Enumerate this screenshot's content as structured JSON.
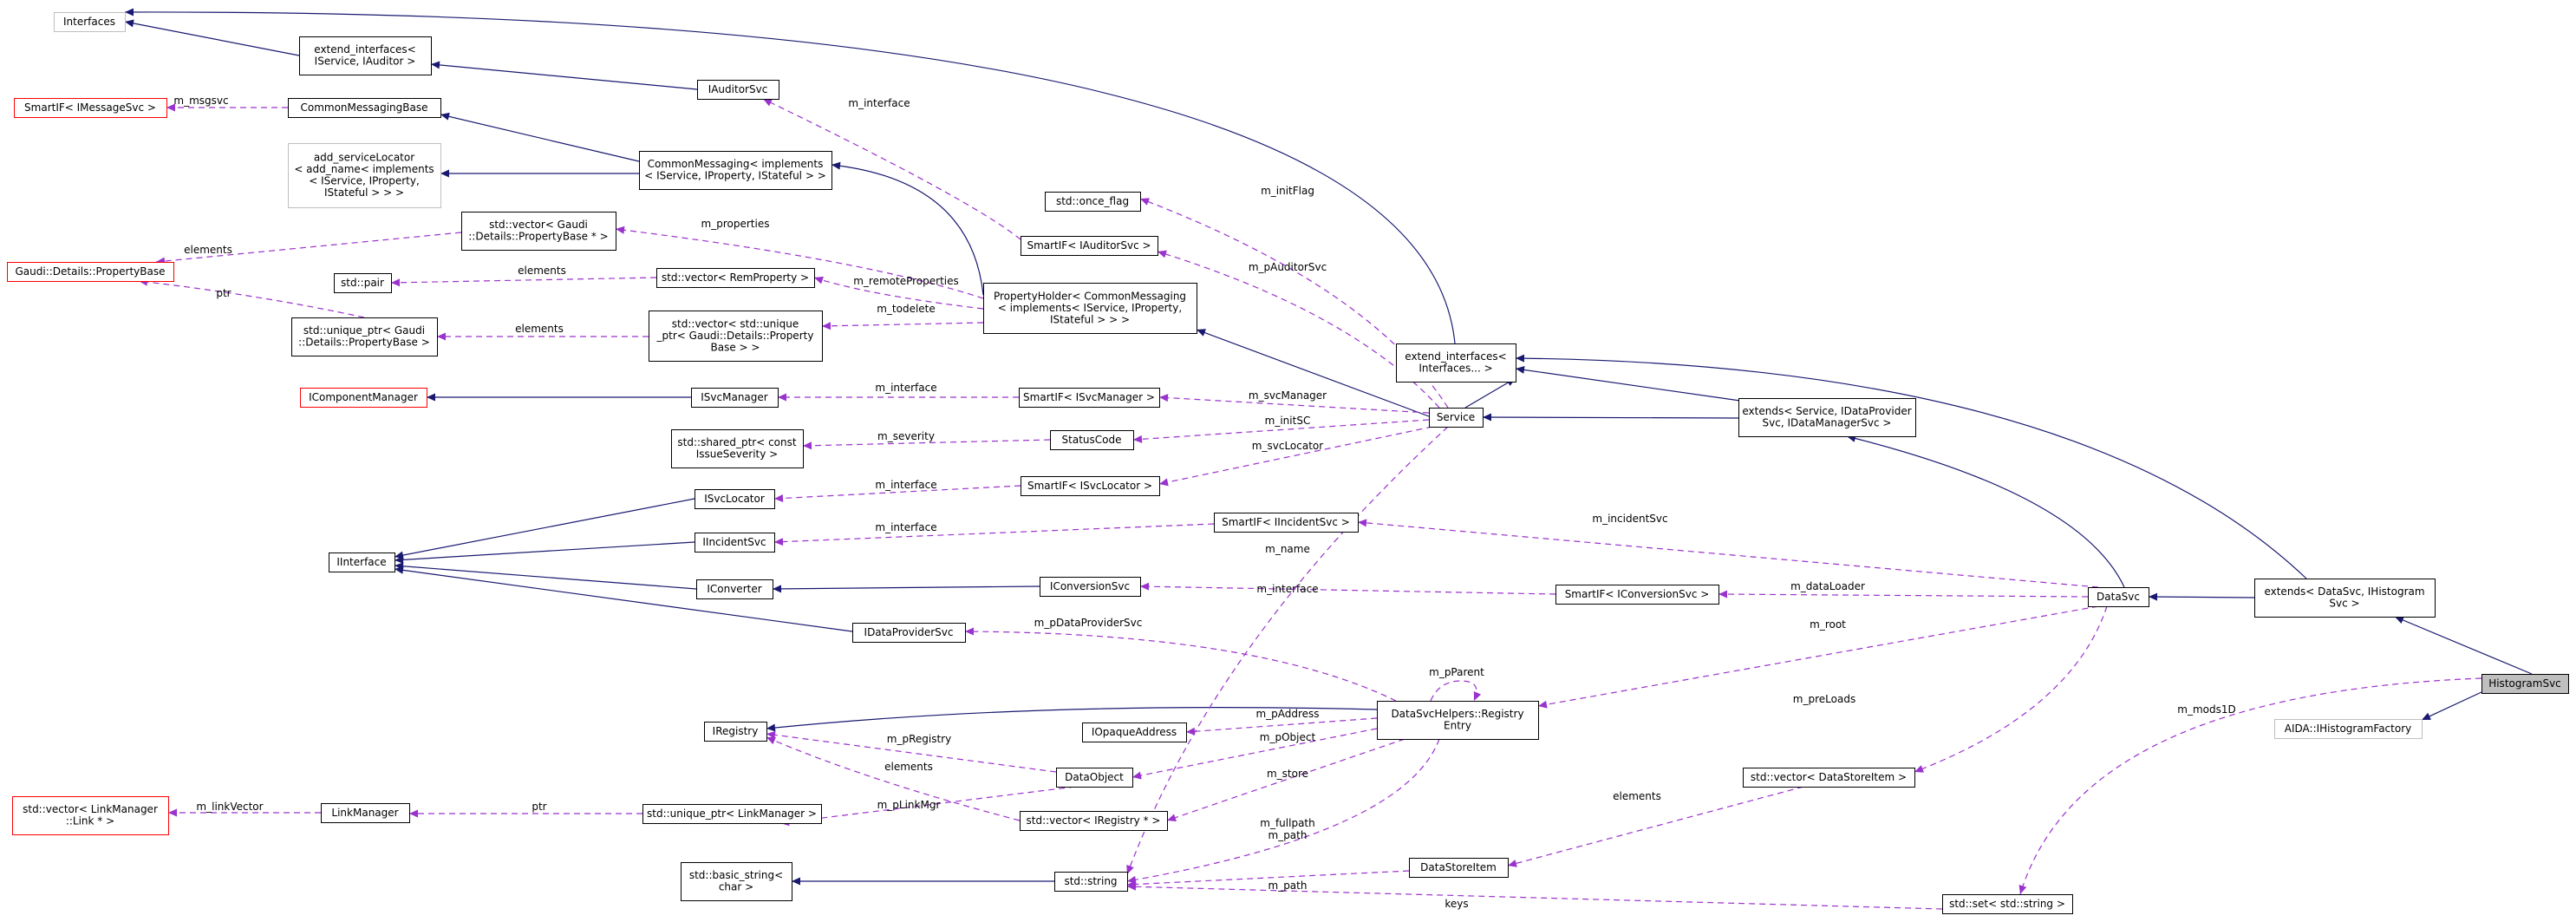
{
  "nodes": {
    "interfaces": {
      "lines": [
        "Interfaces"
      ],
      "style": "gray"
    },
    "extend_iservice_iauditor": {
      "lines": [
        "extend_interfaces<",
        "IService, IAuditor >"
      ],
      "style": "normal"
    },
    "smartif_imessagesvc": {
      "lines": [
        "SmartIF< IMessageSvc >"
      ],
      "style": "red"
    },
    "common_messaging_base": {
      "lines": [
        "CommonMessagingBase"
      ],
      "style": "normal"
    },
    "iauditorsvc": {
      "lines": [
        "IAuditorSvc"
      ],
      "style": "normal"
    },
    "add_servicelocator": {
      "lines": [
        "add_serviceLocator",
        "< add_name< implements",
        "< IService, IProperty,",
        "IStateful > > >"
      ],
      "style": "gray"
    },
    "common_messaging": {
      "lines": [
        "CommonMessaging< implements",
        "< IService, IProperty, IStateful > >"
      ],
      "style": "normal"
    },
    "std_once_flag": {
      "lines": [
        "std::once_flag"
      ],
      "style": "normal"
    },
    "vector_propertybase": {
      "lines": [
        "std::vector< Gaudi",
        "::Details::PropertyBase * >"
      ],
      "style": "normal"
    },
    "gaudi_propertybase": {
      "lines": [
        "Gaudi::Details::PropertyBase"
      ],
      "style": "red"
    },
    "smartif_iauditorsvc": {
      "lines": [
        "SmartIF< IAuditorSvc >"
      ],
      "style": "normal"
    },
    "std_pair": {
      "lines": [
        "std::pair"
      ],
      "style": "normal"
    },
    "vector_remproperty": {
      "lines": [
        "std::vector< RemProperty >"
      ],
      "style": "normal"
    },
    "propertyholder": {
      "lines": [
        "PropertyHolder< CommonMessaging",
        "< implements< IService, IProperty,",
        "IStateful > > >"
      ],
      "style": "normal"
    },
    "unique_ptr_propertybase": {
      "lines": [
        "std::unique_ptr< Gaudi",
        "::Details::PropertyBase >"
      ],
      "style": "normal"
    },
    "vector_unique_ptr": {
      "lines": [
        "std::vector< std::unique",
        "_ptr< Gaudi::Details::Property",
        "Base > >"
      ],
      "style": "normal"
    },
    "extend_interfaces_dots": {
      "lines": [
        "extend_interfaces<",
        "Interfaces... >"
      ],
      "style": "normal"
    },
    "icomponentmanager": {
      "lines": [
        "IComponentManager"
      ],
      "style": "red"
    },
    "isvcmanager": {
      "lines": [
        "ISvcManager"
      ],
      "style": "normal"
    },
    "smartif_isvcmanager": {
      "lines": [
        "SmartIF< ISvcManager >"
      ],
      "style": "normal"
    },
    "service": {
      "lines": [
        "Service"
      ],
      "style": "normal"
    },
    "extends_service": {
      "lines": [
        "extends< Service, IDataProvider",
        "Svc, IDataManagerSvc >"
      ],
      "style": "normal"
    },
    "shared_ptr_issue": {
      "lines": [
        "std::shared_ptr< const",
        "IssueSeverity >"
      ],
      "style": "normal"
    },
    "statuscode": {
      "lines": [
        "StatusCode"
      ],
      "style": "normal"
    },
    "isvclocator": {
      "lines": [
        "ISvcLocator"
      ],
      "style": "normal"
    },
    "smartif_isvclocator": {
      "lines": [
        "SmartIF< ISvcLocator >"
      ],
      "style": "normal"
    },
    "smartif_iincidentsvc": {
      "lines": [
        "SmartIF< IIncidentSvc >"
      ],
      "style": "normal"
    },
    "iinterface": {
      "lines": [
        "IInterface"
      ],
      "style": "normal"
    },
    "iincidentsvc": {
      "lines": [
        "IIncidentSvc"
      ],
      "style": "normal"
    },
    "iconverter": {
      "lines": [
        "IConverter"
      ],
      "style": "normal"
    },
    "iconversionsvc": {
      "lines": [
        "IConversionSvc"
      ],
      "style": "normal"
    },
    "smartif_iconversionsvc": {
      "lines": [
        "SmartIF< IConversionSvc >"
      ],
      "style": "normal"
    },
    "datasvc": {
      "lines": [
        "DataSvc"
      ],
      "style": "normal"
    },
    "extends_datasvc": {
      "lines": [
        "extends< DataSvc, IHistogram",
        "Svc >"
      ],
      "style": "normal"
    },
    "idataprovidersvc": {
      "lines": [
        "IDataProviderSvc"
      ],
      "style": "normal"
    },
    "histogramsvc": {
      "lines": [
        "HistogramSvc"
      ],
      "style": "focus"
    },
    "iregistry": {
      "lines": [
        "IRegistry"
      ],
      "style": "normal"
    },
    "iopaqueaddress": {
      "lines": [
        "IOpaqueAddress"
      ],
      "style": "normal"
    },
    "registry_entry": {
      "lines": [
        "DataSvcHelpers::Registry",
        "Entry"
      ],
      "style": "normal"
    },
    "aida_ihistogramfactory": {
      "lines": [
        "AIDA::IHistogramFactory"
      ],
      "style": "gray"
    },
    "dataobject": {
      "lines": [
        "DataObject"
      ],
      "style": "normal"
    },
    "vector_linkmanager_link": {
      "lines": [
        "std::vector< LinkManager",
        "::Link * >"
      ],
      "style": "red"
    },
    "linkmanager": {
      "lines": [
        "LinkManager"
      ],
      "style": "normal"
    },
    "unique_ptr_linkmanager": {
      "lines": [
        "std::unique_ptr< LinkManager >"
      ],
      "style": "normal"
    },
    "vector_iregistry": {
      "lines": [
        "std::vector< IRegistry * >"
      ],
      "style": "normal"
    },
    "vector_datastoreitem": {
      "lines": [
        "std::vector< DataStoreItem >"
      ],
      "style": "normal"
    },
    "basic_string": {
      "lines": [
        "std::basic_string<",
        "char >"
      ],
      "style": "normal"
    },
    "std_string": {
      "lines": [
        "std::string"
      ],
      "style": "normal"
    },
    "datastoreitem": {
      "lines": [
        "DataStoreItem"
      ],
      "style": "normal"
    },
    "std_set_string": {
      "lines": [
        "std::set< std::string >"
      ],
      "style": "normal"
    }
  },
  "edges": [
    {
      "from": "extend_iservice_iauditor",
      "to": "interfaces",
      "kind": "inherit",
      "label": ""
    },
    {
      "from": "iauditorsvc",
      "to": "extend_iservice_iauditor",
      "kind": "inherit",
      "label": ""
    },
    {
      "from": "extend_interfaces_dots",
      "to": "interfaces",
      "kind": "inherit",
      "label": ""
    },
    {
      "from": "common_messaging",
      "to": "common_messaging_base",
      "kind": "inherit",
      "label": ""
    },
    {
      "from": "common_messaging",
      "to": "add_servicelocator",
      "kind": "inherit",
      "label": ""
    },
    {
      "from": "propertyholder",
      "to": "common_messaging",
      "kind": "inherit",
      "label": ""
    },
    {
      "from": "service",
      "to": "propertyholder",
      "kind": "inherit",
      "label": ""
    },
    {
      "from": "service",
      "to": "extend_interfaces_dots",
      "kind": "inherit",
      "label": ""
    },
    {
      "from": "extends_service",
      "to": "service",
      "kind": "inherit",
      "label": ""
    },
    {
      "from": "extends_service",
      "to": "extend_interfaces_dots",
      "kind": "inherit",
      "label": ""
    },
    {
      "from": "datasvc",
      "to": "extends_service",
      "kind": "inherit",
      "label": ""
    },
    {
      "from": "extends_datasvc",
      "to": "datasvc",
      "kind": "inherit",
      "label": ""
    },
    {
      "from": "extends_datasvc",
      "to": "extend_interfaces_dots",
      "kind": "inherit",
      "label": ""
    },
    {
      "from": "histogramsvc",
      "to": "extends_datasvc",
      "kind": "inherit",
      "label": ""
    },
    {
      "from": "histogramsvc",
      "to": "aida_ihistogramfactory",
      "kind": "inherit",
      "label": ""
    },
    {
      "from": "isvcmanager",
      "to": "icomponentmanager",
      "kind": "inherit",
      "label": ""
    },
    {
      "from": "isvclocator",
      "to": "iinterface",
      "kind": "inherit",
      "label": ""
    },
    {
      "from": "iincidentsvc",
      "to": "iinterface",
      "kind": "inherit",
      "label": ""
    },
    {
      "from": "iconverter",
      "to": "iinterface",
      "kind": "inherit",
      "label": ""
    },
    {
      "from": "idataprovidersvc",
      "to": "iinterface",
      "kind": "inherit",
      "label": ""
    },
    {
      "from": "iconversionsvc",
      "to": "iconverter",
      "kind": "inherit",
      "label": ""
    },
    {
      "from": "registry_entry",
      "to": "iregistry",
      "kind": "inherit",
      "label": ""
    },
    {
      "from": "std_string",
      "to": "basic_string",
      "kind": "inherit",
      "label": ""
    },
    {
      "from": "common_messaging_base",
      "to": "smartif_imessagesvc",
      "kind": "use",
      "label": "m_msgsvc"
    },
    {
      "from": "smartif_iauditorsvc",
      "to": "iauditorsvc",
      "kind": "use",
      "label": "m_interface"
    },
    {
      "from": "vector_propertybase",
      "to": "gaudi_propertybase",
      "kind": "use",
      "label": "elements"
    },
    {
      "from": "unique_ptr_propertybase",
      "to": "gaudi_propertybase",
      "kind": "use",
      "label": "ptr"
    },
    {
      "from": "propertyholder",
      "to": "vector_propertybase",
      "kind": "use",
      "label": "m_properties"
    },
    {
      "from": "vector_remproperty",
      "to": "std_pair",
      "kind": "use",
      "label": "elements"
    },
    {
      "from": "propertyholder",
      "to": "vector_remproperty",
      "kind": "use",
      "label": "m_remoteProperties"
    },
    {
      "from": "vector_unique_ptr",
      "to": "unique_ptr_propertybase",
      "kind": "use",
      "label": "elements"
    },
    {
      "from": "propertyholder",
      "to": "vector_unique_ptr",
      "kind": "use",
      "label": "m_todelete"
    },
    {
      "from": "service",
      "to": "std_once_flag",
      "kind": "use",
      "label": "m_initFlag"
    },
    {
      "from": "service",
      "to": "smartif_iauditorsvc",
      "kind": "use",
      "label": "m_pAuditorSvc"
    },
    {
      "from": "smartif_isvcmanager",
      "to": "isvcmanager",
      "kind": "use",
      "label": "m_interface"
    },
    {
      "from": "service",
      "to": "smartif_isvcmanager",
      "kind": "use",
      "label": "m_svcManager"
    },
    {
      "from": "statuscode",
      "to": "shared_ptr_issue",
      "kind": "use",
      "label": "m_severity"
    },
    {
      "from": "service",
      "to": "statuscode",
      "kind": "use",
      "label": "m_initSC"
    },
    {
      "from": "smartif_isvclocator",
      "to": "isvclocator",
      "kind": "use",
      "label": "m_interface"
    },
    {
      "from": "service",
      "to": "smartif_isvclocator",
      "kind": "use",
      "label": "m_svcLocator"
    },
    {
      "from": "smartif_iincidentsvc",
      "to": "iincidentsvc",
      "kind": "use",
      "label": "m_interface"
    },
    {
      "from": "datasvc",
      "to": "smartif_iincidentsvc",
      "kind": "use",
      "label": "m_incidentSvc"
    },
    {
      "from": "smartif_iconversionsvc",
      "to": "iconversionsvc",
      "kind": "use",
      "label": "m_interface"
    },
    {
      "from": "datasvc",
      "to": "smartif_iconversionsvc",
      "kind": "use",
      "label": "m_dataLoader"
    },
    {
      "from": "datasvc",
      "to": "registry_entry",
      "kind": "use",
      "label": "m_root"
    },
    {
      "from": "registry_entry",
      "to": "idataprovidersvc",
      "kind": "use",
      "label": "m_pDataProviderSvc"
    },
    {
      "from": "registry_entry",
      "to": "registry_entry",
      "kind": "use",
      "label": "m_pParent"
    },
    {
      "from": "registry_entry",
      "to": "iopaqueaddress",
      "kind": "use",
      "label": "m_pAddress"
    },
    {
      "from": "registry_entry",
      "to": "dataobject",
      "kind": "use",
      "label": "m_pObject"
    },
    {
      "from": "registry_entry",
      "to": "vector_iregistry",
      "kind": "use",
      "label": "m_store"
    },
    {
      "from": "dataobject",
      "to": "iregistry",
      "kind": "use",
      "label": "m_pRegistry"
    },
    {
      "from": "vector_iregistry",
      "to": "iregistry",
      "kind": "use",
      "label": "elements"
    },
    {
      "from": "dataobject",
      "to": "unique_ptr_linkmanager",
      "kind": "use",
      "label": "m_pLinkMgr"
    },
    {
      "from": "unique_ptr_linkmanager",
      "to": "linkmanager",
      "kind": "use",
      "label": "ptr"
    },
    {
      "from": "linkmanager",
      "to": "vector_linkmanager_link",
      "kind": "use",
      "label": "m_linkVector"
    },
    {
      "from": "datasvc",
      "to": "vector_datastoreitem",
      "kind": "use",
      "label": "m_preLoads"
    },
    {
      "from": "vector_datastoreitem",
      "to": "datastoreitem",
      "kind": "use",
      "label": "elements"
    },
    {
      "from": "histogramsvc",
      "to": "std_set_string",
      "kind": "use",
      "label": "m_mods1D"
    },
    {
      "from": "std_set_string",
      "to": "std_string",
      "kind": "use",
      "label": "keys"
    },
    {
      "from": "service",
      "to": "std_string",
      "kind": "use",
      "label": "m_name"
    },
    {
      "from": "registry_entry",
      "to": "std_string",
      "kind": "use",
      "label": "m_fullpath\nm_path"
    },
    {
      "from": "datastoreitem",
      "to": "std_string",
      "kind": "use",
      "label": "m_path"
    }
  ]
}
